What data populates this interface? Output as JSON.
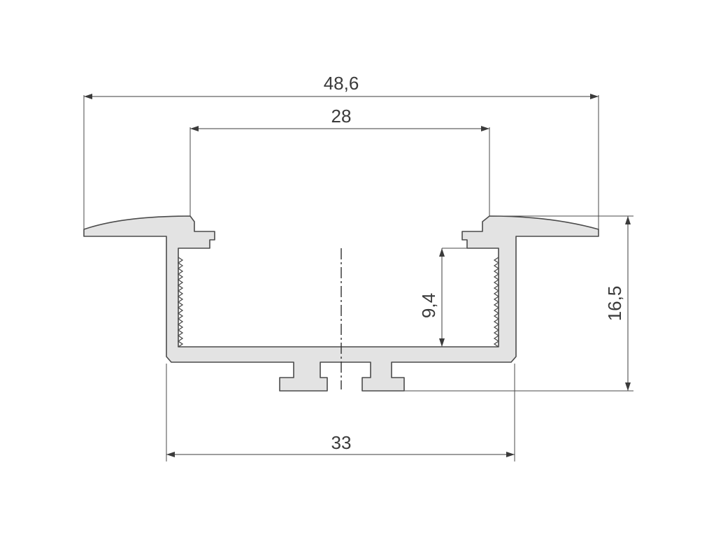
{
  "diagram": {
    "line_color": "#3b3b3b",
    "profile_fill": "#e3e3e3",
    "dimensions": {
      "overall_width": "48,6",
      "opening_width": "28",
      "base_width": "33",
      "total_height": "16,5",
      "inner_height": "9,4"
    }
  }
}
